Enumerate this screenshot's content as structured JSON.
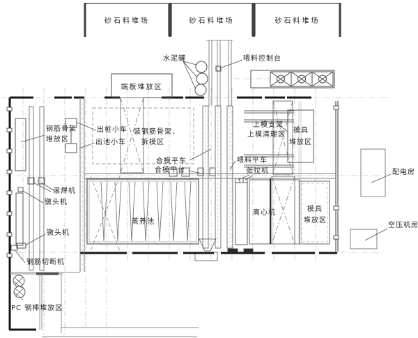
{
  "yards": [
    "砂石料堆场",
    "砂石料堆场",
    "砂石料堆场"
  ],
  "labels": {
    "cement_tank": "水泥罐",
    "feed_console": "喂料控制台",
    "end_plate_area": "端板堆放区",
    "rebar_frame_1": "钢筋骨架",
    "rebar_frame_2": "堆放区",
    "pile_out_cart": "出桩小车",
    "pool_out_cart": "出池小车",
    "install_demold_1": "装钢筋骨架、",
    "install_demold_2": "拆模区",
    "mold_close_cart": "合模平车",
    "mold_close_platform": "合模平台",
    "upper_mold_support": "上模支架",
    "upper_mold_clean_area": "上模清理区",
    "mold_area_top_1": "模具",
    "mold_area_top_2": "堆放区",
    "feed_cart": "喂料平车",
    "tension_machine": "张拉机",
    "steam_pool": "蒸养池",
    "centrifuge": "离心机",
    "mold_area_bottom_1": "模具",
    "mold_area_bottom_2": "堆放区",
    "roll_welder": "滚焊机",
    "header_machine_1": "镦头机",
    "header_machine_2": "镦头机",
    "rebar_cutter": "钢筋切断机",
    "pc_rod_area": "PC 钢棒堆放区",
    "power_room": "配电房",
    "air_compressor_room": "空压机房"
  },
  "colors": {
    "wall": "#161616",
    "line": "#4a4a4a",
    "grid": "#c2c2c2",
    "text": "#262626",
    "bg": "#ffffff"
  }
}
